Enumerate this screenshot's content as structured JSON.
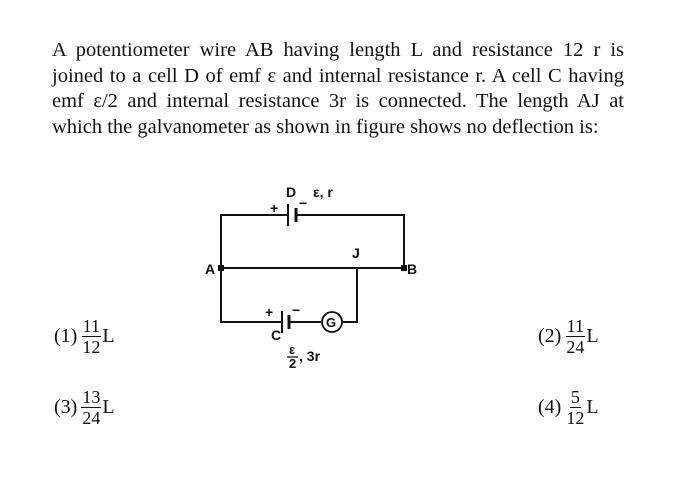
{
  "question": {
    "text": "A potentiometer wire AB having length L and resistance 12 r is joined to a cell D of emf ε and internal resistance r. A cell C having emf ε/2 and internal resistance 3r is connected. The length AJ at which the galvanometer as shown in figure shows no deflection is:"
  },
  "diagram": {
    "cell_d_label": "D",
    "cell_d_params": "ε, r",
    "plus_sign": "+",
    "minus_sign": "−",
    "label_a": "A",
    "label_b": "B",
    "label_j": "J",
    "cell_c_label": "C",
    "galvanometer_symbol": "G",
    "emf_c_numerator": "ε",
    "emf_c_denominator": "2",
    "emf_c_suffix": ", 3r"
  },
  "options": [
    {
      "number": "(1)",
      "numerator": "11",
      "denominator": "12",
      "variable": "L"
    },
    {
      "number": "(2)",
      "numerator": "11",
      "denominator": "24",
      "variable": "L"
    },
    {
      "number": "(3)",
      "numerator": "13",
      "denominator": "24",
      "variable": "L"
    },
    {
      "number": "(4)",
      "numerator": "5",
      "denominator": "12",
      "variable": "L"
    }
  ]
}
